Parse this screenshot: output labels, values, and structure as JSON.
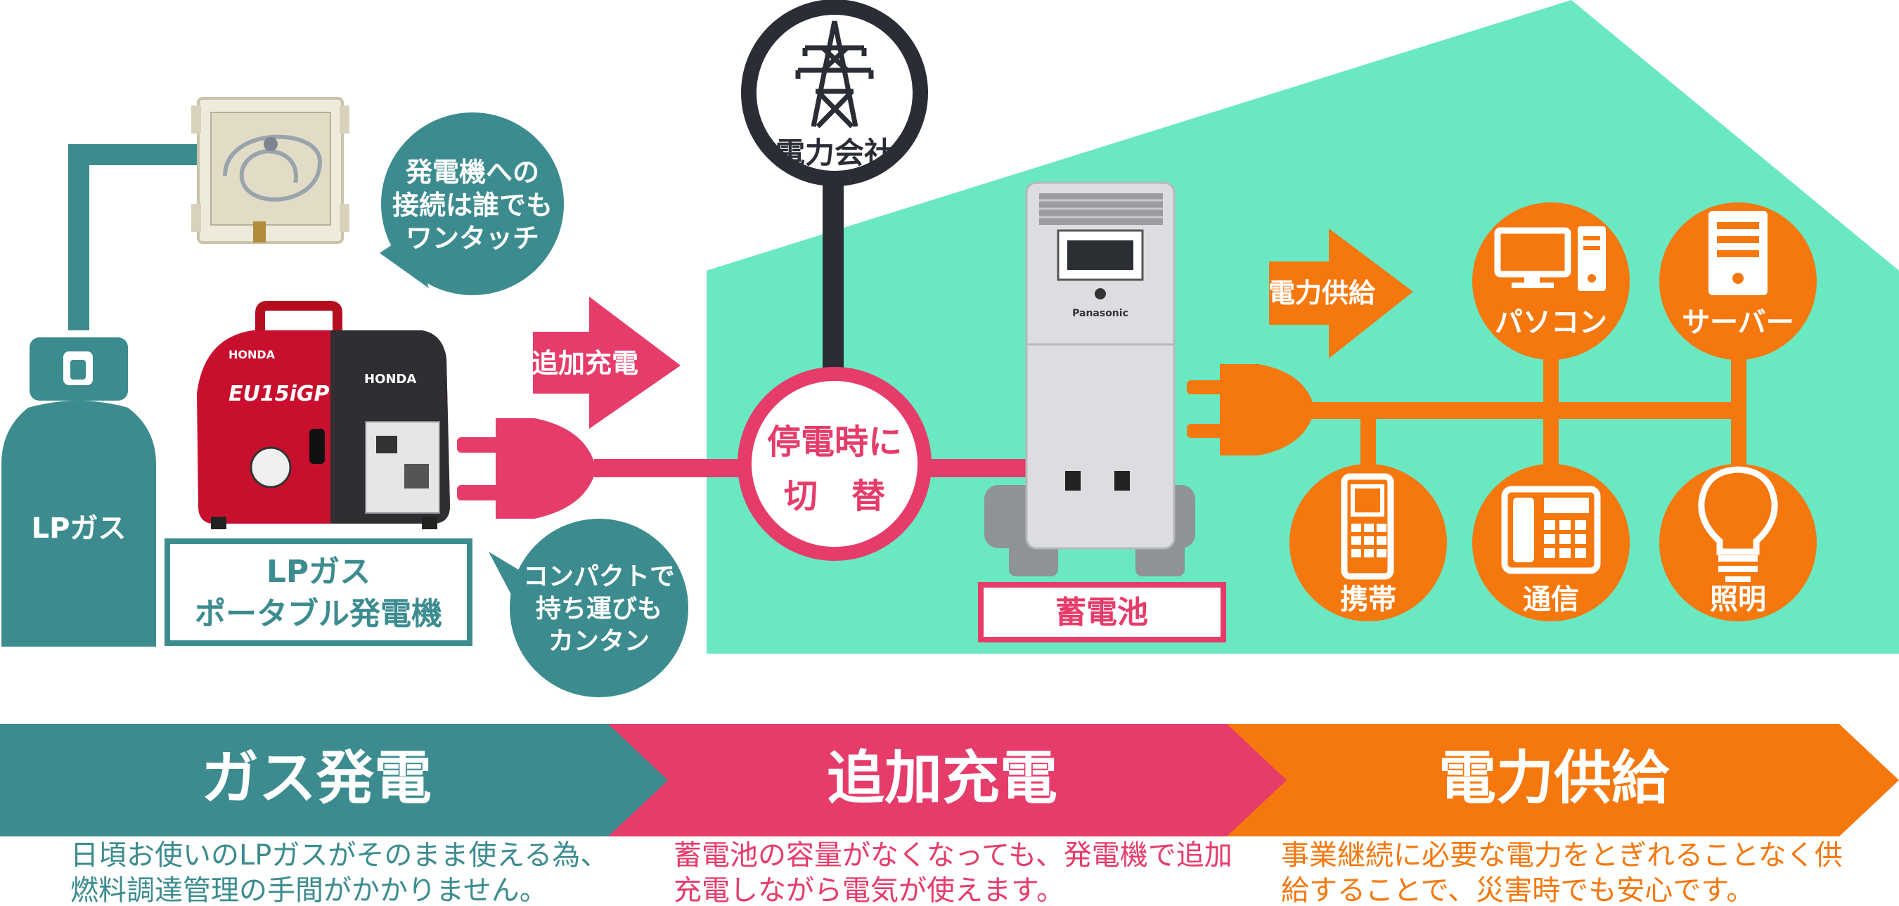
{
  "colors": {
    "teal": "#3c8c8f",
    "pink": "#e63c6a",
    "orange": "#f5780f",
    "mint": "#69e8c2",
    "dark": "#2a2d35",
    "white": "#ffffff"
  },
  "lpgas": {
    "tank_label": "LPガス"
  },
  "generator": {
    "brand": "HONDA",
    "model": "EU15iGP",
    "label_line1": "LPガス",
    "label_line2": "ポータブル発電機"
  },
  "bubble_connect": {
    "line1": "発電機への",
    "line2": "接続は誰でも",
    "line3": "ワンタッチ"
  },
  "bubble_portable": {
    "line1": "コンパクトで",
    "line2": "持ち運びも",
    "line3": "カンタン"
  },
  "arrow_charge": {
    "label": "追加充電"
  },
  "power_company": {
    "label": "電力会社"
  },
  "switch": {
    "line1": "停電時に",
    "line2": "切　替"
  },
  "battery": {
    "brand": "Panasonic",
    "label": "蓄電池"
  },
  "arrow_supply": {
    "label": "電力供給"
  },
  "devices": {
    "pc": "パソコン",
    "server": "サーバー",
    "mobile": "携帯",
    "telecom": "通信",
    "lighting": "照明"
  },
  "steps": [
    {
      "title": "ガス発電",
      "desc_line1": "日頃お使いのLPガスがそのまま使える為、",
      "desc_line2": "燃料調達管理の手間がかかりません。"
    },
    {
      "title": "追加充電",
      "desc_line1": "蓄電池の容量がなくなっても、発電機で追加",
      "desc_line2": "充電しながら電気が使えます。"
    },
    {
      "title": "電力供給",
      "desc_line1": "事業継続に必要な電力をとぎれることなく供",
      "desc_line2": "給することで、災害時でも安心です。"
    }
  ]
}
